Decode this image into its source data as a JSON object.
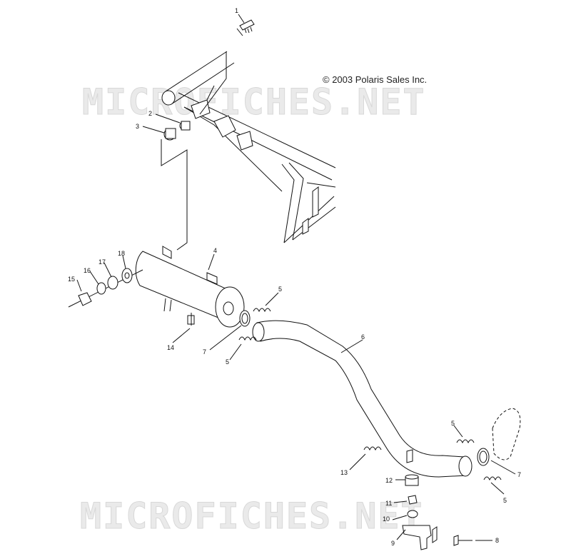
{
  "copyright": "© 2003 Polaris Sales Inc.",
  "watermarks": [
    "MICROFICHES.NET",
    "MICROFICHES.NET"
  ],
  "callouts": [
    "1",
    "2",
    "3",
    "4",
    "5",
    "5",
    "5",
    "5",
    "6",
    "7",
    "7",
    "8",
    "9",
    "10",
    "11",
    "12",
    "13",
    "14",
    "15",
    "16",
    "17",
    "18"
  ]
}
